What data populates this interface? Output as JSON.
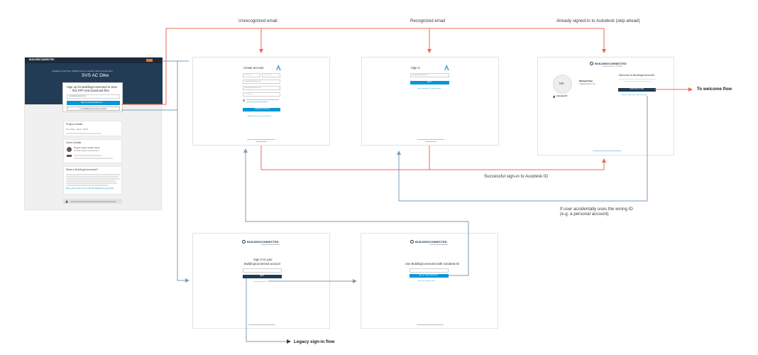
{
  "flow_labels": {
    "unrecognized": "Unrecognized email",
    "recognized": "Recognized email",
    "already_signed": "Already signed-in to Autodesk (skip ahead)",
    "successful": "Successful sign-in to Auodesk ID",
    "wrong_id_1": "If user accidentally uses the wrong ID",
    "wrong_id_2": "(e.g. a personal account)",
    "welcome_flow": "To welcome flow",
    "legacy_flow": "Legacy sign-in flow"
  },
  "colors": {
    "red_arrow": "#ec6a52",
    "blue_arrow": "#7c9bb5",
    "brand_dark": "#233a52",
    "autodesk_blue": "#0696d7"
  },
  "landing": {
    "brand": "BUILDINGCONNECTED",
    "invite": "Invitation to bid from Charlie Kemp in Hudson West Construction",
    "project": "SVS AC Dike",
    "signup_heading_1": "Sign up for BuildingConnected to view",
    "signup_heading_2": "this RFP and download files",
    "email_value": "design@autodesk.com",
    "signup_button": "Sign up using Autodesk ID",
    "legacy_button": "I'm a BuildingConnected member",
    "project_details": "Project Details",
    "due_date": "Due Date: July 6, 2018",
    "client_details": "Client Details",
    "client_name": "Project Lead: Charlie Kemp",
    "client_role": "Hudson West Construction",
    "what_is": "What is BuildingConnected?",
    "learn_more": "Want to learn more? See our Ultimate BuildingConnected guide"
  },
  "create_account": {
    "title": "Create account",
    "first_name": "First name",
    "last_name": "Last name",
    "email": "design@autodesk.com",
    "confirm_email": "design@autodesk.com",
    "password": "Password",
    "button": "CREATE ACCOUNT",
    "signin_link": "Already have an account? Sign in"
  },
  "sign_in": {
    "title": "Sign in",
    "email": "design@autodesk.com",
    "button": "NEXT",
    "new_link": "New to Autodesk? Create account"
  },
  "welcome": {
    "brand": "BUILDINGCONNECTED",
    "sub": "AN AUTODESK COMPANY",
    "avatar": "MK",
    "name": "Mohight Kapi",
    "email": "mkapi@autodesk.com",
    "autodesk_label": "Autodesk ID",
    "heading": "Welcome to BuildingConnected",
    "button": "CONTINUE TO BID",
    "wrong_link": "Not you? Sign in with a different account"
  },
  "legacy_signin": {
    "brand": "BUILDINGCONNECTED",
    "heading_1": "Sign in to your",
    "heading_2": "BuildingConnected account",
    "button": "NEXT",
    "link": "Forgot password?"
  },
  "link_account": {
    "brand": "BUILDINGCONNECTED",
    "heading": "Use BuildingConnected with Autodesk ID",
    "button": "Sign up using Autodesk ID",
    "link": "Not now, remind me later"
  }
}
